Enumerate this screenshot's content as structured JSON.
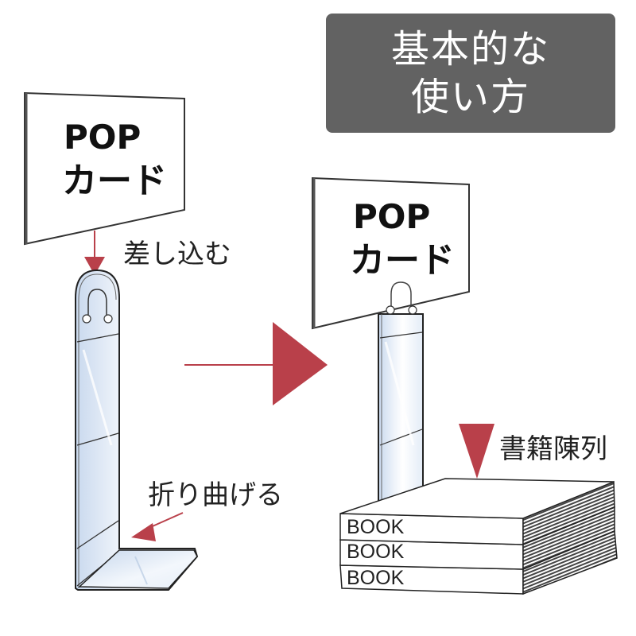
{
  "title": {
    "line1": "基本的な",
    "line2": "使い方",
    "bg_color": "#626262"
  },
  "left_panel": {
    "pop_card": {
      "line1": "POP",
      "line2": "カード"
    },
    "insert_label": "差し込む",
    "fold_label": "折り曲げる"
  },
  "transition_arrow": {
    "direction": "right",
    "color": "#b9404a"
  },
  "right_panel": {
    "pop_card": {
      "line1": "POP",
      "line2": "カード"
    },
    "display_label": "書籍陳列",
    "books": [
      "BOOK",
      "BOOK",
      "BOOK"
    ]
  },
  "colors": {
    "accent_red": "#b9404a",
    "outline": "#222222",
    "acrylic_tint": "#dbe7f5"
  }
}
